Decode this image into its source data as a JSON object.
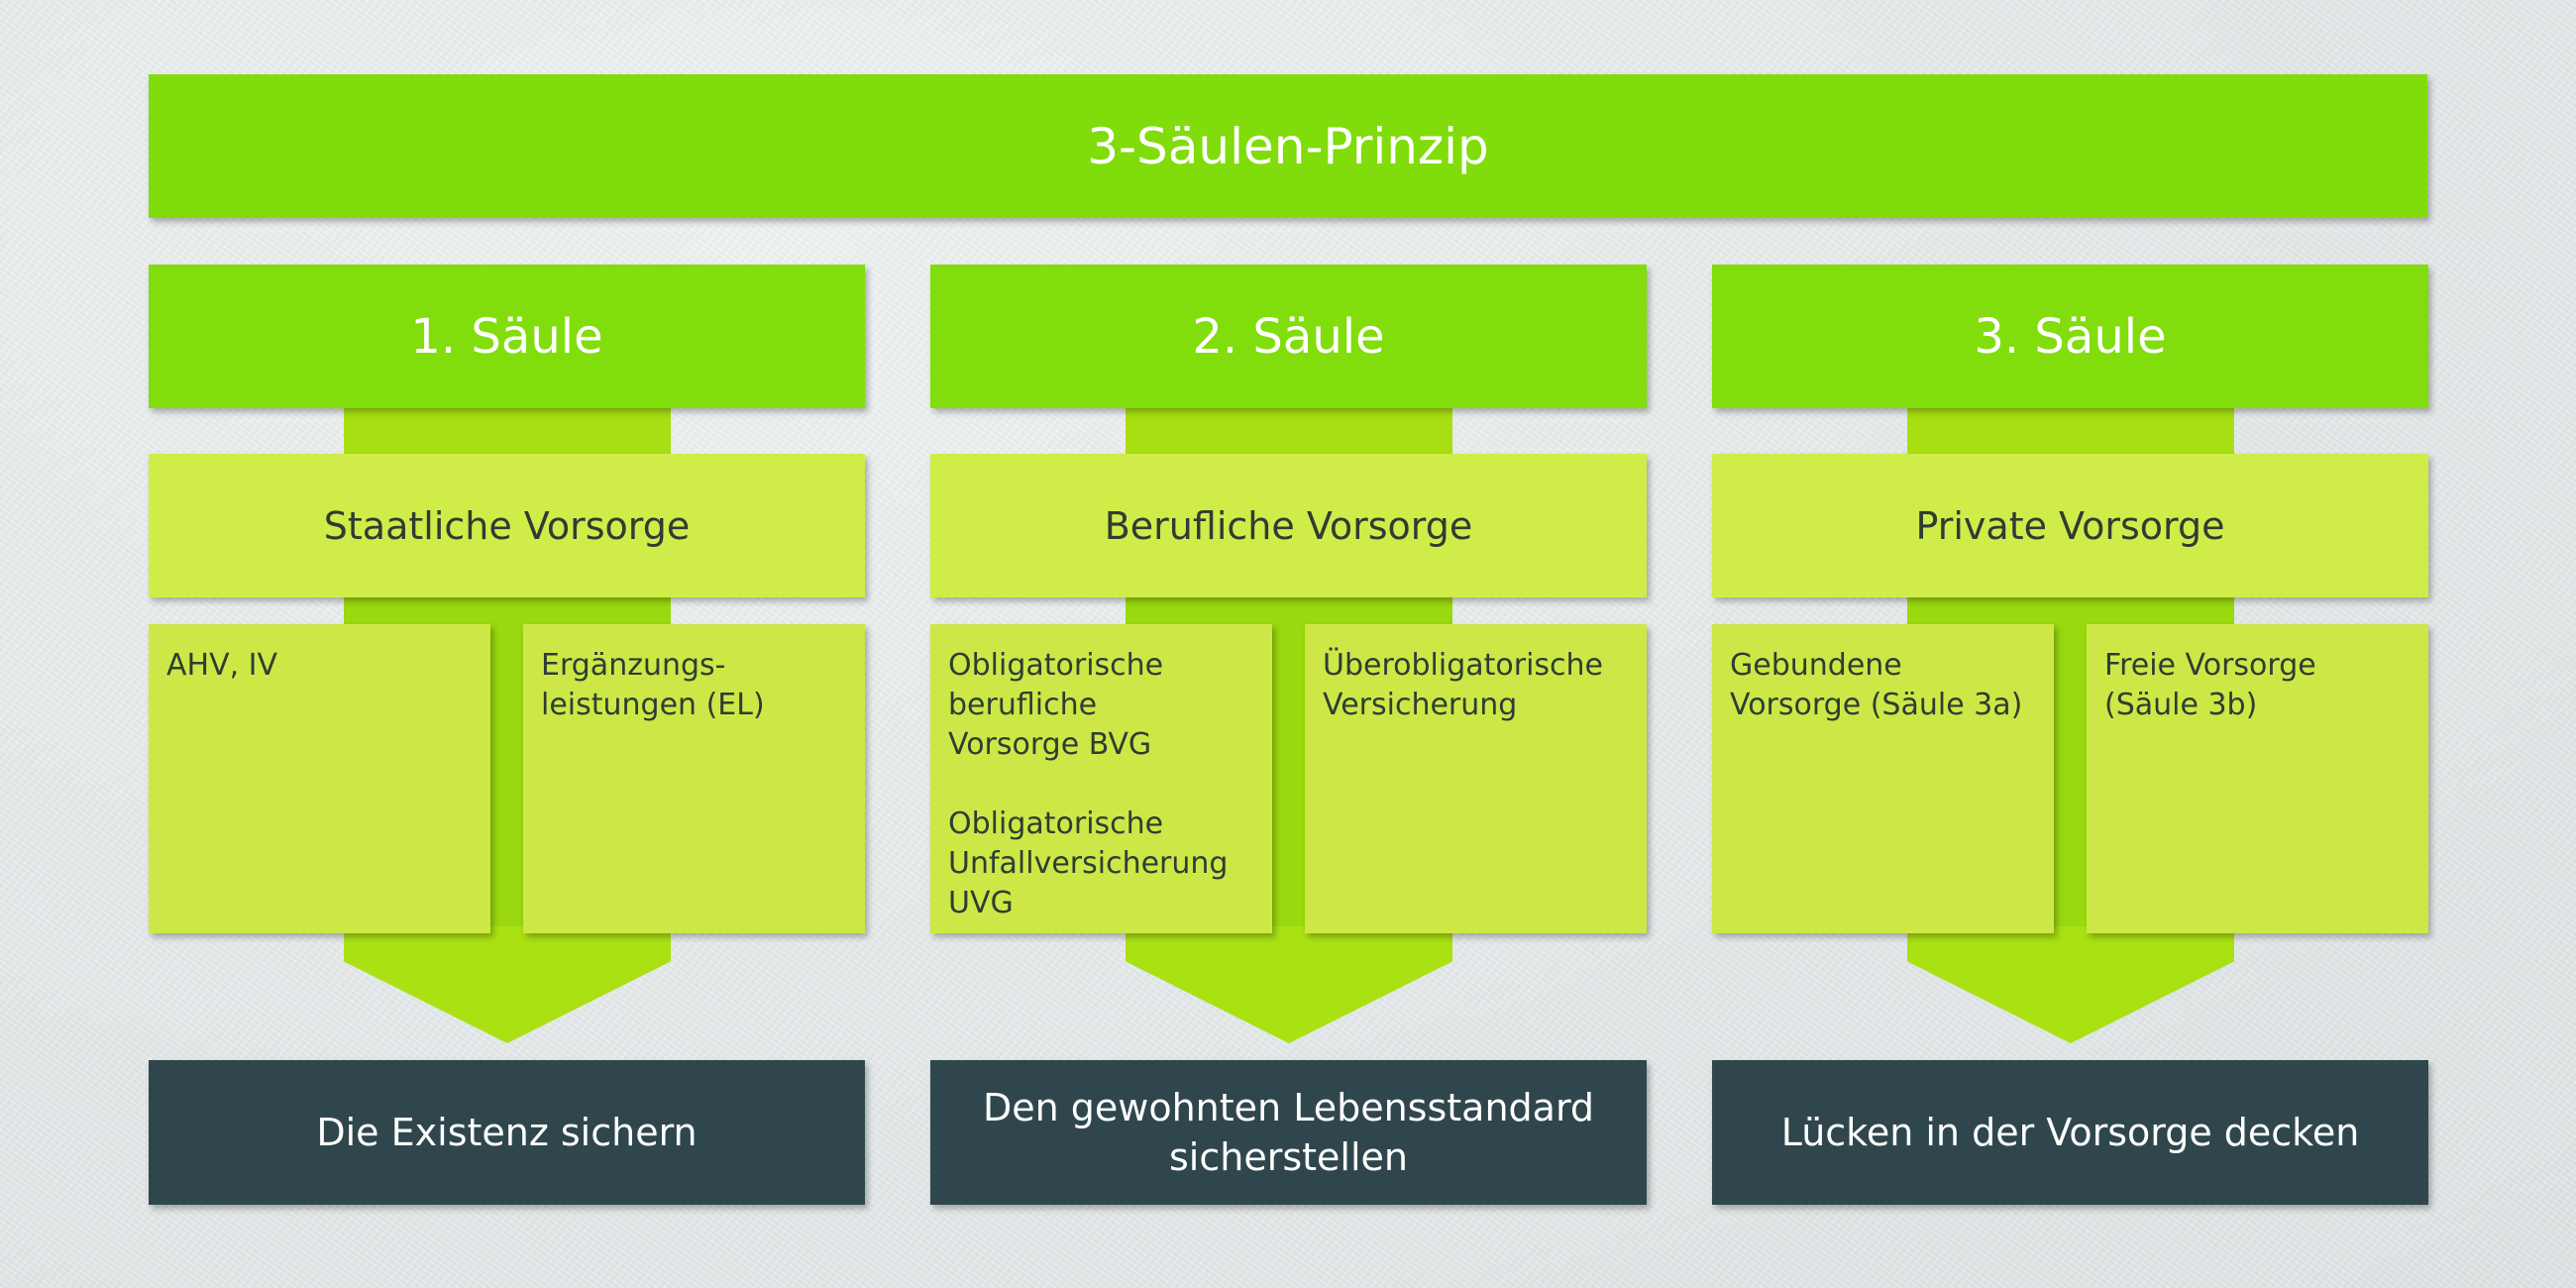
{
  "title": "3-Säulen-Prinzip",
  "colors": {
    "title_green": "#80dc0b",
    "column_head_green": "#82dd0c",
    "sub_head_lime": "#d0ec48",
    "item_lime": "#cde846",
    "arrow_green": "#a9e113",
    "goal_dark": "#2f474c",
    "background": "#e6ebeb"
  },
  "columns": [
    {
      "heading": "1. Säule",
      "subheading": "Staatliche Vorsorge",
      "items": [
        {
          "lines": [
            "AHV, IV"
          ]
        },
        {
          "lines": [
            "Ergänzungs-\nleistungen (EL)"
          ]
        }
      ],
      "goal": "Die Existenz sichern"
    },
    {
      "heading": "2. Säule",
      "subheading": "Berufliche Vorsorge",
      "items": [
        {
          "lines": [
            "Obligatorische\nberufliche\nVorsorge BVG",
            "Obligatorische\nUnfallversicherung\nUVG"
          ]
        },
        {
          "lines": [
            "Überobligatorische\nVersicherung"
          ]
        }
      ],
      "goal": "Den gewohnten Lebensstandard\nsicherstellen"
    },
    {
      "heading": "3. Säule",
      "subheading": "Private Vorsorge",
      "items": [
        {
          "lines": [
            "Gebundene\nVorsorge (Säule 3a)"
          ]
        },
        {
          "lines": [
            "Freie Vorsorge\n(Säule 3b)"
          ]
        }
      ],
      "goal": "Lücken in der Vorsorge decken"
    }
  ]
}
